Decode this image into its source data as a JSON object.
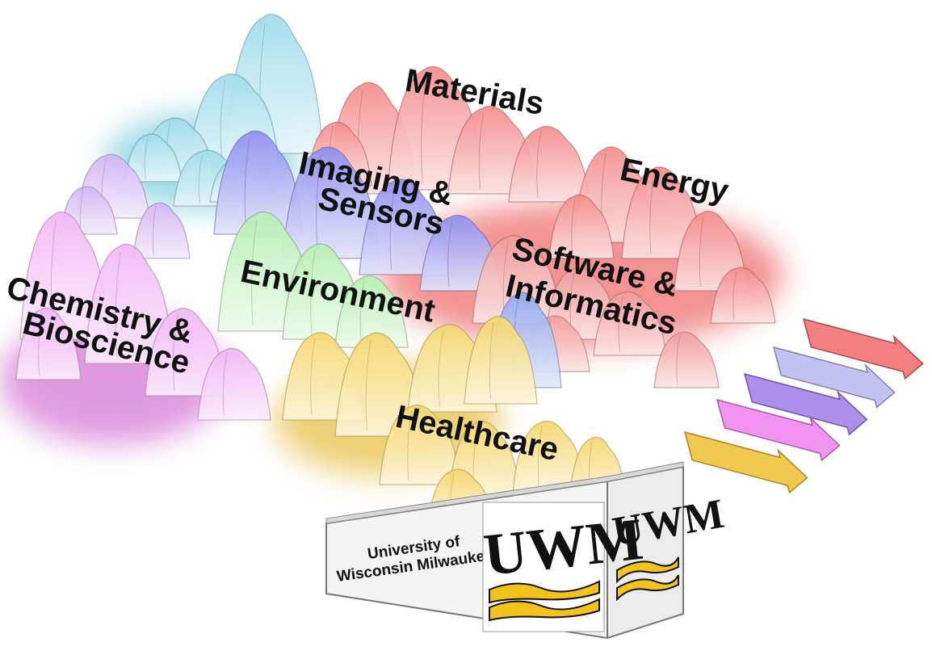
{
  "regions": {
    "materials": {
      "label": "Materials",
      "color": "#f48b8b"
    },
    "imaging": {
      "line1": "Imaging &",
      "line2": "Sensors",
      "color": "#8f8ef0"
    },
    "energy": {
      "label": "Energy",
      "color": "#f48b8b"
    },
    "software": {
      "line1": "Software &",
      "line2": "Informatics",
      "color": "#f29b9b"
    },
    "environment": {
      "label": "Environment",
      "color": "#b7efb3"
    },
    "chemistry": {
      "line1": "Chemistry &",
      "line2": "Bioscience",
      "color": "#f2b6f5"
    },
    "healthcare": {
      "label": "Healthcare",
      "color": "#f5d76e"
    },
    "unlabeled_peak": {
      "color": "#9fdcec"
    }
  },
  "logo": {
    "university_line1": "University of",
    "university_line2": "Wisconsin Milwaukee",
    "uwm_front": "UWM",
    "uwm_side": "UWM",
    "accent_color": "#f3c21b"
  },
  "arrows": [
    {
      "color": "#f06a6a"
    },
    {
      "color": "#b8b8f0"
    },
    {
      "color": "#9f7ae6"
    },
    {
      "color": "#ee80ee"
    },
    {
      "color": "#f0c030"
    }
  ]
}
